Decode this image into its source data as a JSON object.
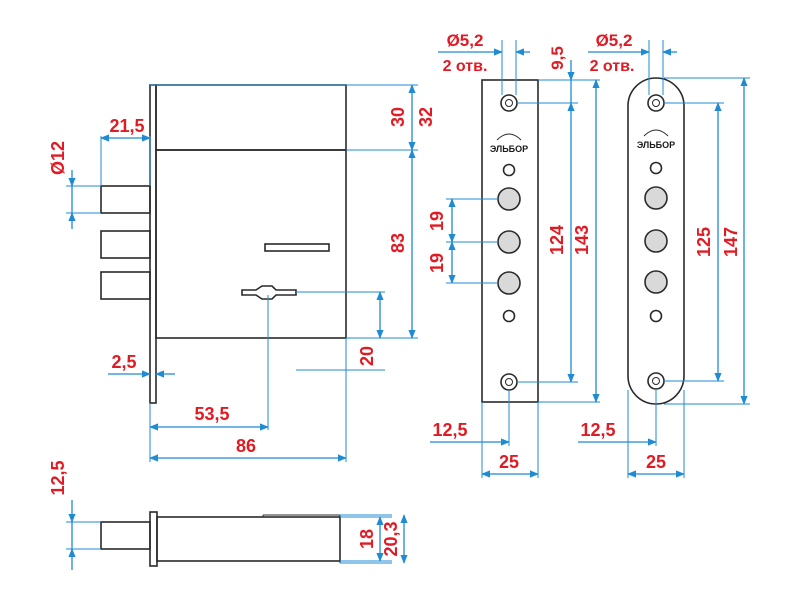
{
  "colors": {
    "dimension_text": "#e01b24",
    "dimension_line": "#1f8bd3",
    "outline": "#2a2a2a",
    "hole_fill": "#d9d9d9"
  },
  "lock_front": {
    "bolt_diameter": "Ø12",
    "bolt_offset": "21,5",
    "top_offset": "30",
    "top_offset_outer": "32",
    "case_height": "83",
    "keyhole_offset": "20",
    "plate_thickness": "2,5",
    "backset": "53,5",
    "case_width": "86"
  },
  "strike_plate": {
    "hole_diameter": "Ø5,2",
    "hole_count": "2 отв.",
    "top_offset": "9,5",
    "bolt_spacing_1": "19",
    "bolt_spacing_2": "19",
    "hole_spacing": "124",
    "length": "143",
    "hole_offset": "12,5",
    "width": "25",
    "brand": "ЭЛЬБОР"
  },
  "rounded_plate": {
    "hole_diameter": "Ø5,2",
    "hole_count": "2 отв.",
    "hole_spacing": "125",
    "length": "147",
    "hole_offset": "12,5",
    "width": "25",
    "brand": "ЭЛЬБОР"
  },
  "lock_side": {
    "bolt_offset": "12,5",
    "case_thickness": "18",
    "overall_thickness": "20,3"
  }
}
